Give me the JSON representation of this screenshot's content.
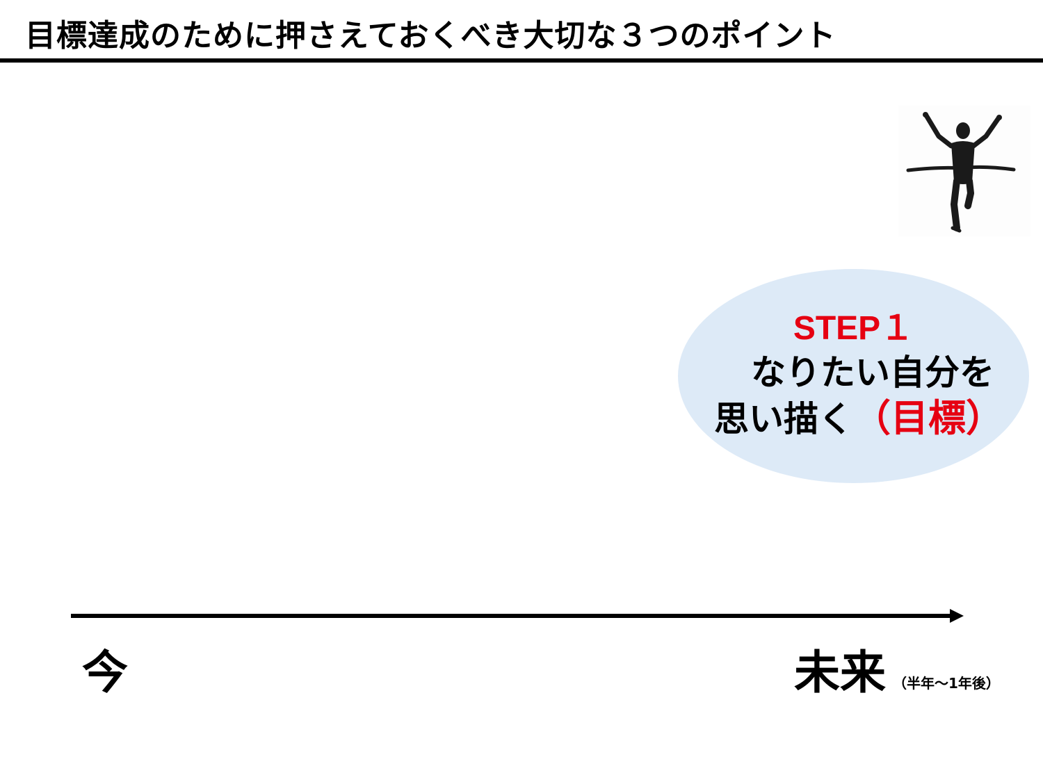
{
  "header": {
    "title": "目標達成のために押さえておくべき大切な３つのポイント"
  },
  "goal": {
    "step_label": "STEP１",
    "line1": "なりたい自分を",
    "line2_prefix": "思い描く",
    "line2_accent": "（目標）",
    "fill_color": "#ddeaf7",
    "accent_color": "#e60012"
  },
  "timeline": {
    "start_label": "今",
    "end_label": "未来",
    "end_note": "（半年～1年後）"
  },
  "illustration": {
    "icon": "runner-finish-line-icon"
  }
}
